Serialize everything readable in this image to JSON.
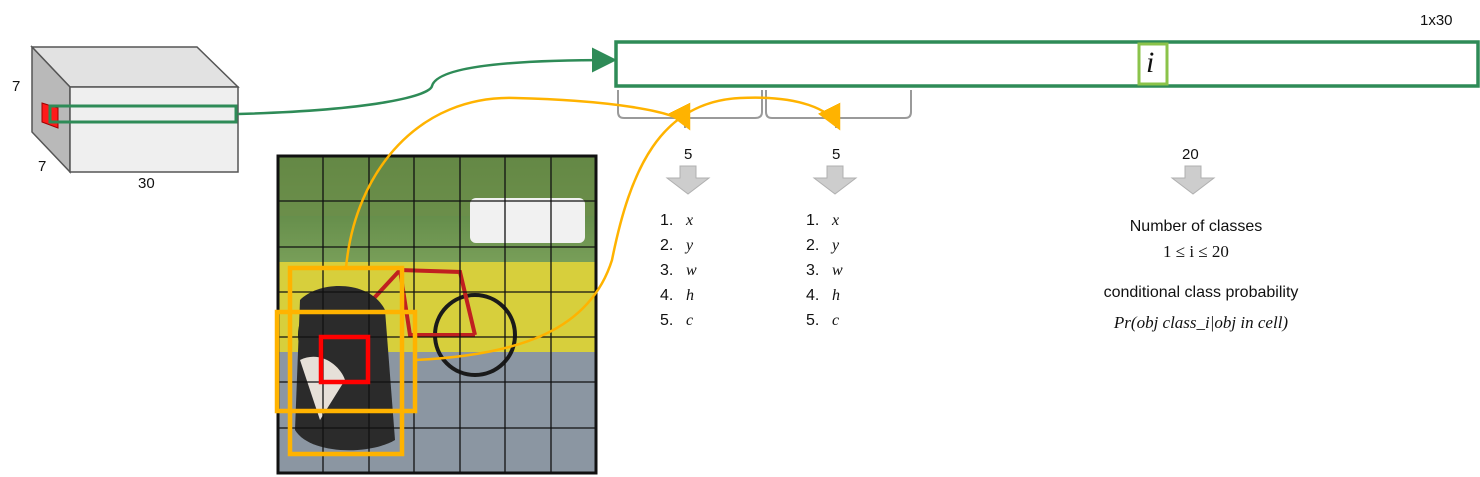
{
  "tensor": {
    "height_label": "7",
    "depth_label": "7",
    "width_label": "30"
  },
  "vector": {
    "size_label": "1x30",
    "index_label": "i"
  },
  "groups": [
    {
      "count": "5",
      "items": [
        "x",
        "y",
        "w",
        "h",
        "c"
      ]
    },
    {
      "count": "5",
      "items": [
        "x",
        "y",
        "w",
        "h",
        "c"
      ]
    },
    {
      "count": "20"
    }
  ],
  "classes": {
    "title": "Number of classes",
    "range": "1 ≤ i ≤ 20",
    "prob_title": "conditional class probability",
    "formula": "Pr(obj class_i|obj in  cell)"
  },
  "item_numbers": [
    "1.",
    "2.",
    "3.",
    "4.",
    "5."
  ],
  "colors": {
    "green": "#2e8b57",
    "yellow": "#ffb300",
    "red": "#ff0000",
    "light_green": "#8bc34a",
    "gray_arrow": "#c8c8c8"
  }
}
